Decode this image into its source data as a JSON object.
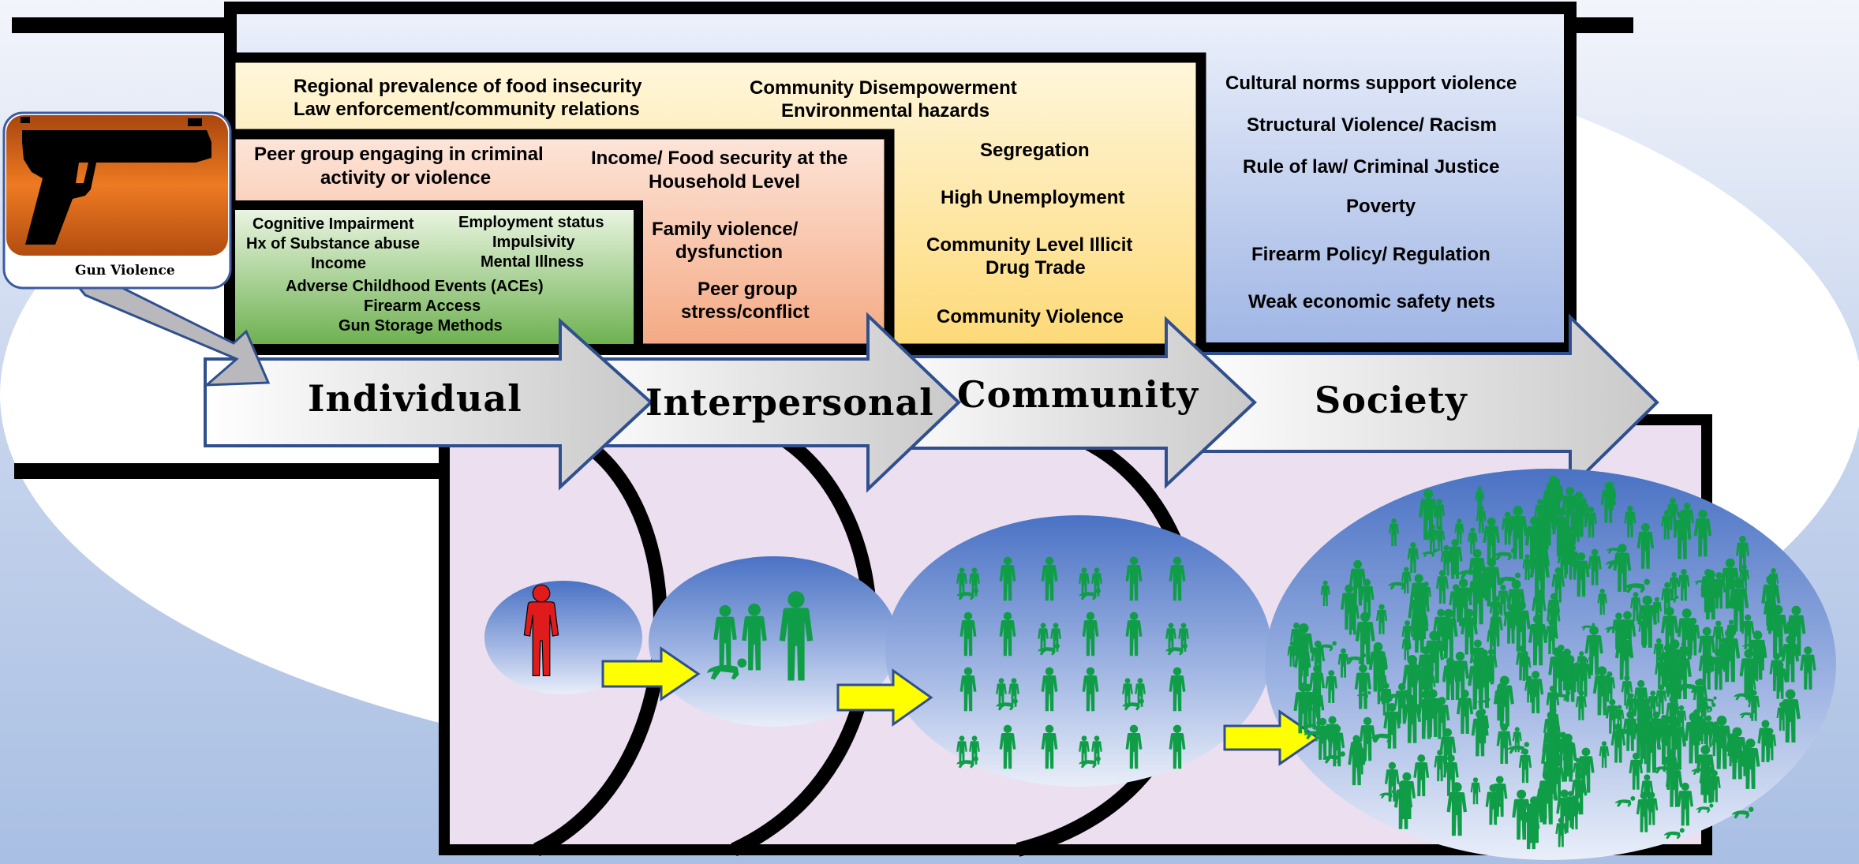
{
  "icon_label": "Gun Violence",
  "levels": {
    "individual": {
      "title": "Individual",
      "factors": [
        "Cognitive Impairment",
        "Employment status",
        "Hx of Substance abuse",
        "Impulsivity",
        "Income",
        "Mental Illness",
        "Adverse Childhood Events (ACEs)",
        "Firearm Access",
        "Gun Storage Methods"
      ]
    },
    "interpersonal": {
      "title": "Interpersonal",
      "factors": [
        "Peer group engaging in criminal",
        "activity or violence",
        "Income/ Food security at the",
        "Household Level",
        "Family violence/",
        "dysfunction",
        "Peer group",
        "stress/conflict"
      ]
    },
    "community": {
      "title": "Community",
      "factors": [
        "Regional prevalence of food insecurity",
        "Law enforcement/community  relations",
        "Community  Disempowerment",
        "Environmental hazards",
        "Segregation",
        "High Unemployment",
        "Community  Level Illicit",
        "Drug Trade",
        "Community  Violence"
      ]
    },
    "society": {
      "title": "Society",
      "factors": [
        "Cultural norms support violence",
        "Structural Violence/ Racism",
        "Rule of law/ Criminal Justice",
        "Poverty",
        "Firearm Policy/ Regulation",
        "Weak economic safety nets"
      ]
    }
  },
  "colors": {
    "individual_box": "#7fbf62",
    "interpersonal_box": "#f6b595",
    "community_box": "#fde28c",
    "society_box": "#a9bce8",
    "person_individual": "#e01b1b",
    "person_group": "#0f9d47",
    "arrow_yellow": "#ffff00",
    "gun_background": "#e8731d",
    "circle_panel": "#ecdff0"
  },
  "icons": [
    "gun-icon",
    "person-icon",
    "crawling-child-icon",
    "arrow-icon"
  ]
}
